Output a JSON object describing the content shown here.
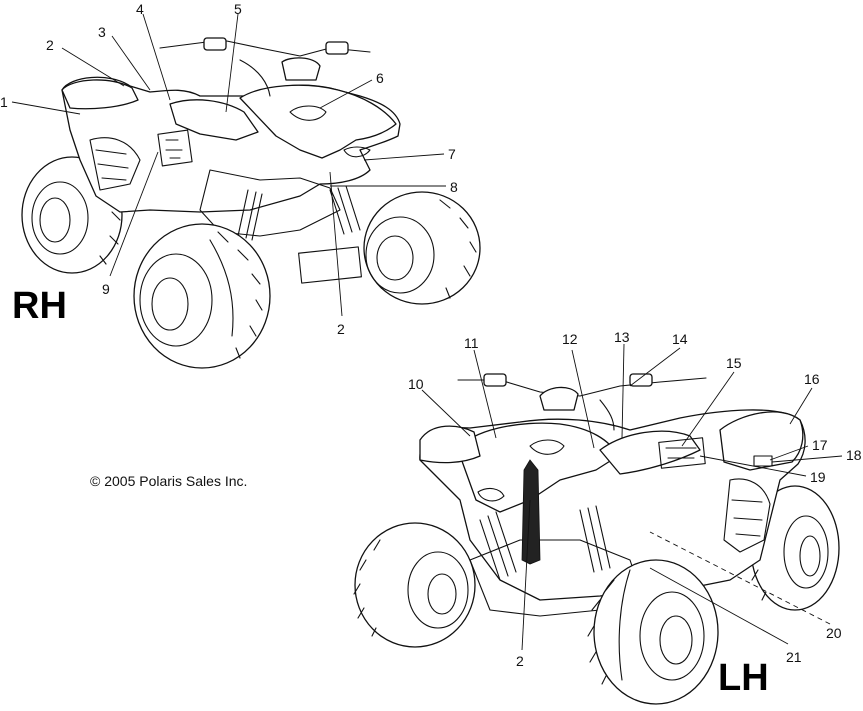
{
  "views": {
    "right": {
      "label": "RH"
    },
    "left": {
      "label": "LH"
    }
  },
  "copyright": "© 2005 Polaris Sales Inc.",
  "callouts": {
    "rh": [
      "1",
      "2",
      "3",
      "4",
      "5",
      "6",
      "7",
      "8",
      "9",
      "2"
    ],
    "lh": [
      "10",
      "11",
      "12",
      "13",
      "14",
      "15",
      "16",
      "17",
      "18",
      "19",
      "20",
      "21",
      "2"
    ]
  },
  "colors": {
    "ink": "#111111",
    "paper": "#ffffff"
  }
}
